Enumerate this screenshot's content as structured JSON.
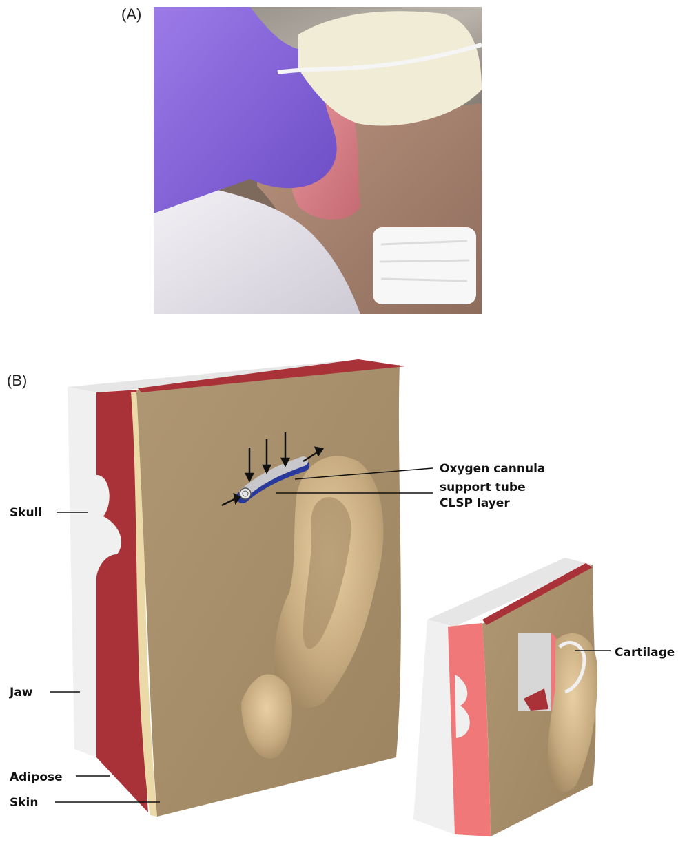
{
  "panels": {
    "a_label": "(A)",
    "b_label": "(B)"
  },
  "annotations": {
    "oxygen_tube": "Oxygen cannula support tube",
    "clsp_layer": "CLSP layer",
    "skull": "Skull",
    "jaw": "Jaw",
    "adipose": "Adipose",
    "skin": "Skin",
    "cartilage": "Cartilage"
  },
  "colors": {
    "skin_surface": "#a88f6a",
    "skin_layer": "#ecd9a8",
    "adipose_layer": "#a83238",
    "adipose_layer_light": "#f07878",
    "bone": "#f0f0f0",
    "glove": "#8a66d8",
    "foam_pad": "#f1ecd6",
    "clsp_layer": "#2a3a9c",
    "tube": "#c8c8cc"
  }
}
